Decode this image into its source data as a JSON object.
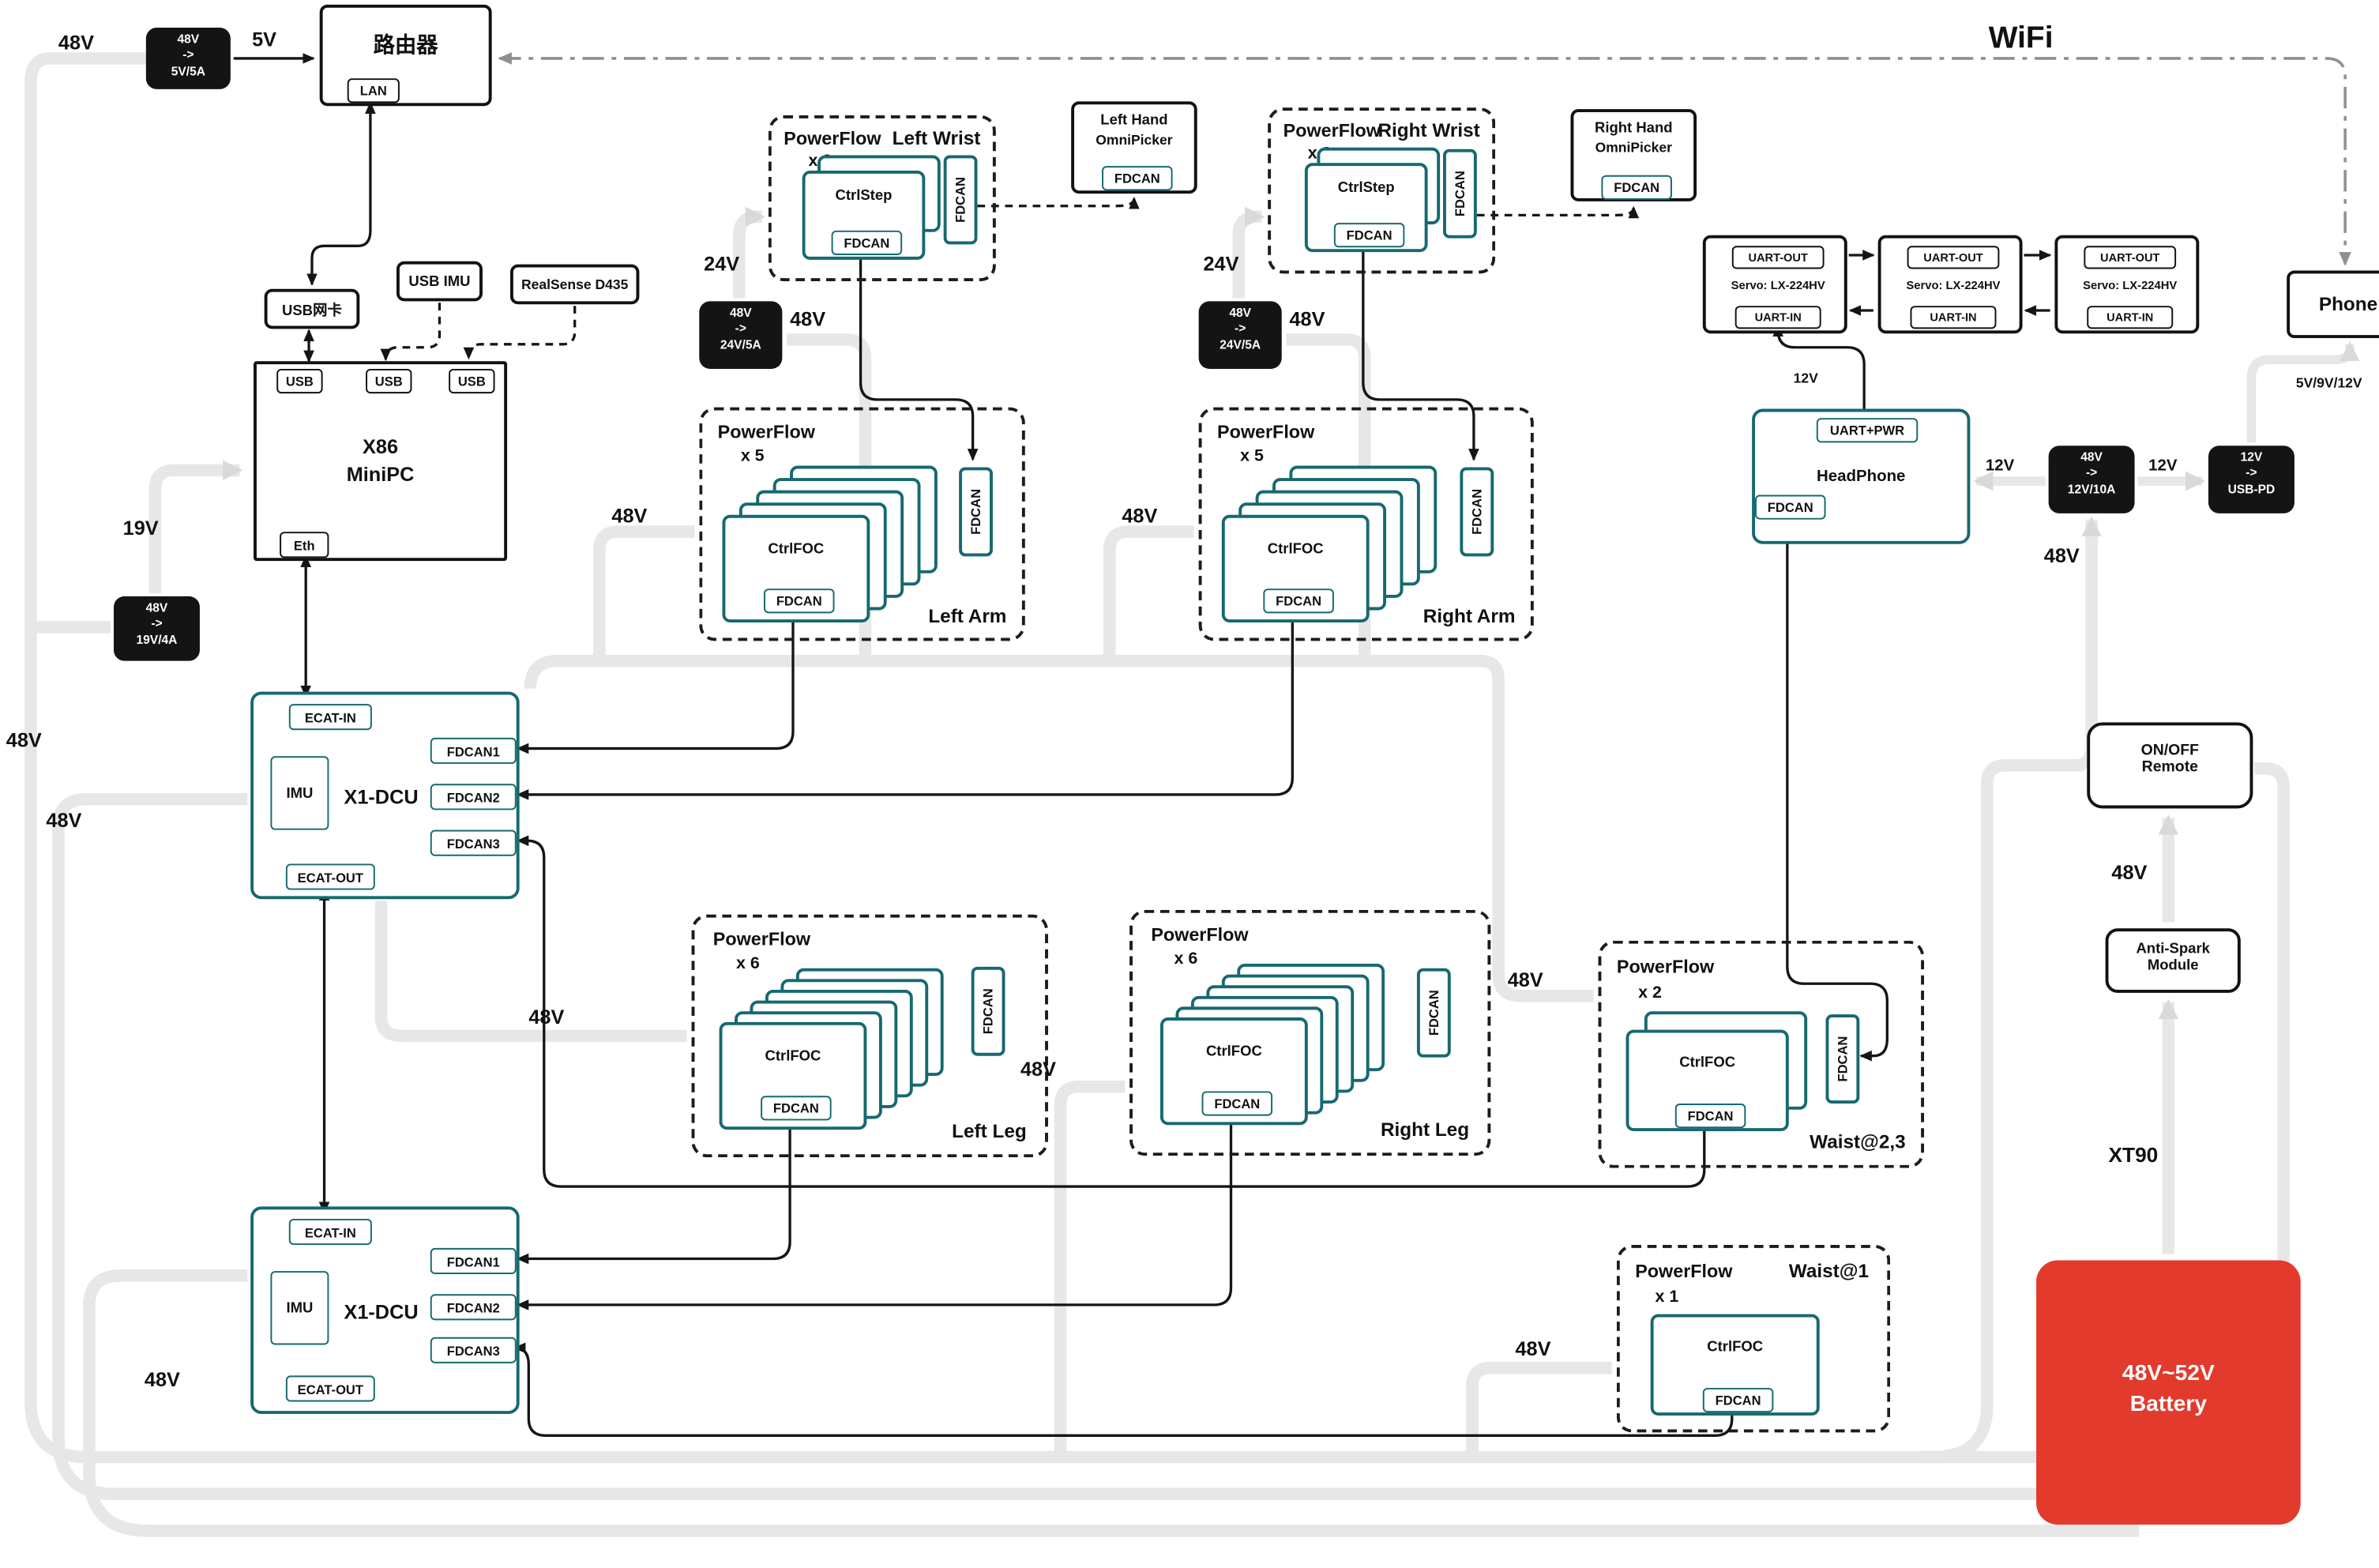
{
  "colors": {
    "teal": "#16696f",
    "battery_red": "#e23a2c",
    "line_gray": "#e7e7e7",
    "signal_black": "#151515"
  },
  "wifi_label": "WiFi",
  "router": {
    "title": "路由器",
    "lan": "LAN"
  },
  "peripherals": {
    "usb_net": "USB网卡",
    "usb_imu": "USB IMU",
    "realsense": "RealSense D435"
  },
  "minipc": {
    "line1": "X86",
    "line2": "MiniPC",
    "usb": "USB",
    "eth": "Eth"
  },
  "dcu": {
    "title": "X1-DCU",
    "ecat_in": "ECAT-IN",
    "ecat_out": "ECAT-OUT",
    "imu": "IMU",
    "fdcan1": "FDCAN1",
    "fdcan2": "FDCAN2",
    "fdcan3": "FDCAN3"
  },
  "converters": {
    "to5v": {
      "in": "48V",
      "arrow": "->",
      "out": "5V/5A"
    },
    "to19v": {
      "in": "48V",
      "arrow": "->",
      "out": "19V/4A"
    },
    "to24v_left": {
      "in": "48V",
      "arrow": "->",
      "out": "24V/5A"
    },
    "to24v_right": {
      "in": "48V",
      "arrow": "->",
      "out": "24V/5A"
    },
    "to12v": {
      "in": "48V",
      "arrow": "->",
      "out": "12V/10A"
    },
    "usb_pd": {
      "in": "12V",
      "arrow": "->",
      "out": "USB-PD"
    }
  },
  "clusters": {
    "left_wrist": {
      "title": "PowerFlow",
      "count": "x 2",
      "name": "Left Wrist",
      "ctrl": "CtrlStep",
      "fdcan": "FDCAN",
      "tab": "FDCAN"
    },
    "right_wrist": {
      "title": "PowerFlow",
      "count": "x 2",
      "name": "Right Wrist",
      "ctrl": "CtrlStep",
      "fdcan": "FDCAN",
      "tab": "FDCAN"
    },
    "left_arm": {
      "title": "PowerFlow",
      "count": "x 5",
      "name": "Left Arm",
      "ctrl": "CtrlFOC",
      "fdcan": "FDCAN",
      "tab": "FDCAN"
    },
    "right_arm": {
      "title": "PowerFlow",
      "count": "x 5",
      "name": "Right Arm",
      "ctrl": "CtrlFOC",
      "fdcan": "FDCAN",
      "tab": "FDCAN"
    },
    "left_leg": {
      "title": "PowerFlow",
      "count": "x 6",
      "name": "Left Leg",
      "ctrl": "CtrlFOC",
      "fdcan": "FDCAN",
      "tab": "FDCAN"
    },
    "right_leg": {
      "title": "PowerFlow",
      "count": "x 6",
      "name": "Right Leg",
      "ctrl": "CtrlFOC",
      "fdcan": "FDCAN",
      "tab": "FDCAN"
    },
    "waist23": {
      "title": "PowerFlow",
      "count": "x 2",
      "name": "Waist@2,3",
      "ctrl": "CtrlFOC",
      "fdcan": "FDCAN",
      "tab": "FDCAN"
    },
    "waist1": {
      "title": "PowerFlow",
      "count": "x 1",
      "name": "Waist@1",
      "ctrl": "CtrlFOC",
      "fdcan": "FDCAN"
    }
  },
  "hands": {
    "left": {
      "line1": "Left Hand",
      "line2": "OmniPicker",
      "fdcan": "FDCAN"
    },
    "right": {
      "line1": "Right Hand",
      "line2": "OmniPicker",
      "fdcan": "FDCAN"
    }
  },
  "servos": [
    {
      "out": "UART-OUT",
      "name": "Servo: LX-224HV",
      "in": "UART-IN"
    },
    {
      "out": "UART-OUT",
      "name": "Servo: LX-224HV",
      "in": "UART-IN"
    },
    {
      "out": "UART-OUT",
      "name": "Servo: LX-224HV",
      "in": "UART-IN"
    }
  ],
  "headphone": {
    "uart": "UART+PWR",
    "title": "HeadPhone",
    "fdcan": "FDCAN"
  },
  "phone": {
    "title": "Phone"
  },
  "remote": {
    "line1": "ON/OFF",
    "line2": "Remote"
  },
  "antispark": {
    "line1": "Anti-Spark",
    "line2": "Module"
  },
  "battery": {
    "line1": "48V~52V",
    "line2": "Battery"
  },
  "labels": {
    "v48_top": "48V",
    "v5_out": "5V",
    "v19_out": "19V",
    "v48_bus1": "48V",
    "v48_bus2": "48V",
    "v48_bus3": "48V",
    "v24_left": "24V",
    "v48_wrist_left": "48V",
    "v24_right": "24V",
    "v48_wrist_right": "48V",
    "v48_arm_left": "48V",
    "v48_arm_right": "48V",
    "v48_leg_left": "48V",
    "v48_leg_right": "48V",
    "v48_waist23": "48V",
    "v48_waist1": "48V",
    "v12_hp": "12V",
    "v12_pd": "12V",
    "v12_servo": "12V",
    "v48_conv12": "48V",
    "v_phone": "5V/9V/12V",
    "v48_remote": "48V",
    "xt90": "XT90"
  }
}
